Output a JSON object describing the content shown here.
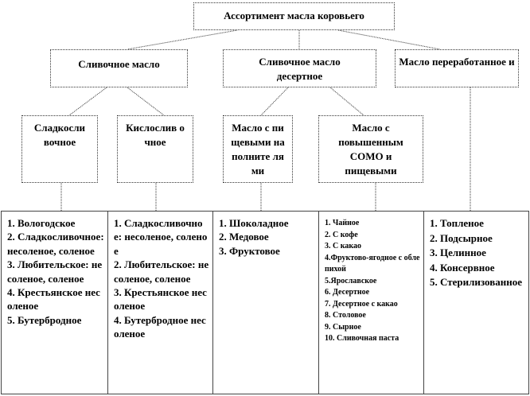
{
  "root": {
    "title": "Ассортимент масла коровьего"
  },
  "level2": [
    {
      "label": "Сливочное масло"
    },
    {
      "label": "Сливочное масло десертное"
    },
    {
      "label": "Масло переработанное и"
    }
  ],
  "level3": [
    {
      "label": "Сладкосли вочное"
    },
    {
      "label": "Кислослив очное"
    },
    {
      "label": "Масло с пищевыми наполните лями"
    },
    {
      "label": "Масло с повышенным СОМО и пищевыми"
    }
  ],
  "lists": [
    {
      "items": [
        "1. Вологодское",
        "2. Сладкосливочное: несоленое, соленое",
        "3. Любительское: несоленое, соленое",
        "4. Крестьянское несоленое",
        "5. Бутербродное"
      ]
    },
    {
      "items": [
        "1. Сладкосливочное: несоленое, соленое",
        "2. Любительское: несоленое, соленое",
        "3. Крестьянское несоленое",
        "4. Бутербродное несоленое"
      ]
    },
    {
      "items": [
        "1. Шоколадное",
        "2. Медовое",
        "3. Фруктовое"
      ]
    },
    {
      "items": [
        "1. Чайное",
        "2. С кофе",
        "3. С какао",
        "4.Фруктово-ягодное с облепихой",
        "5.Ярославское",
        "6. Десертное",
        "7. Десертное с какао",
        "8. Столовое",
        "9. Сырное",
        "10. Сливочная паста"
      ]
    },
    {
      "items": [
        "1. Топленое",
        "2. Подсырное",
        "3. Целинное",
        "4. Консервное",
        "5. Стерилизованное"
      ]
    }
  ]
}
